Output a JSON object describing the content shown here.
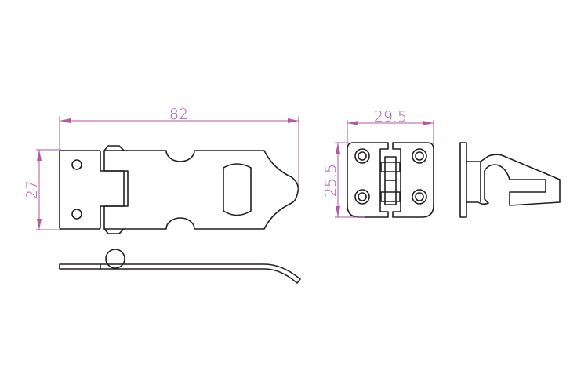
{
  "dimensions": {
    "length": "82",
    "width": "27",
    "staple_width": "29.5",
    "staple_height": "25.5"
  },
  "colors": {
    "line": "#231f20",
    "dimension": "#b05aa6"
  }
}
